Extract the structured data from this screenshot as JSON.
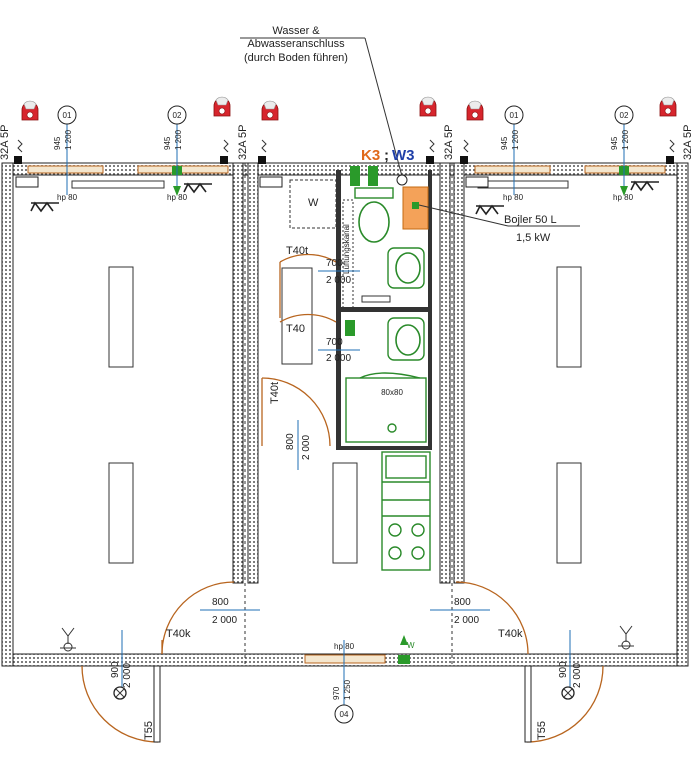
{
  "notes": {
    "water_line1": "Wasser &",
    "water_line2": "Abwasseranschluss",
    "water_line3": "(durch Boden führen)",
    "k3": "K3",
    "sep": ";",
    "w3": "W3",
    "boiler_line1": "Bojler 50 L",
    "boiler_line2": "1,5 kW",
    "vent": "Lüftungskanal",
    "shower": "80x80",
    "w_room": "W",
    "w_floor": "W"
  },
  "power": {
    "left": "32A  5P",
    "mid_a": "32A  5P",
    "mid_b": "32A  5P",
    "right": "32A  5P"
  },
  "windows": {
    "w1": {
      "tag": "01",
      "d1": "945",
      "d2": "1 200",
      "hp": "hp 80"
    },
    "w2": {
      "tag": "02",
      "d1": "945",
      "d2": "1 200",
      "hp": "hp 80"
    },
    "w3": {
      "tag": "01",
      "d1": "945",
      "d2": "1 200",
      "hp": "hp 80"
    },
    "w4": {
      "tag": "02",
      "d1": "945",
      "d2": "1 200",
      "hp": "hp 80"
    },
    "w5": {
      "tag": "04",
      "d1": "970",
      "d2": "1 250",
      "hp": "hp 80"
    }
  },
  "doors": {
    "d1": {
      "type": "T40t",
      "w": "700",
      "h": "2 000"
    },
    "d2": {
      "type": "T40",
      "w": "700",
      "h": "2 000"
    },
    "d3": {
      "type": "T40t",
      "w": "800",
      "h": "2 000"
    },
    "d4": {
      "type": "T40k",
      "w": "800",
      "h": "2 000"
    },
    "d5": {
      "type": "T40k",
      "w": "800",
      "h": "2 000"
    },
    "d6": {
      "type": "T55",
      "w": "900",
      "h": "2 000"
    },
    "d7": {
      "type": "T55",
      "w": "900",
      "h": "2 000"
    }
  },
  "colors": {
    "k3": "#e06a1b",
    "w3": "#1f3fa8",
    "door": "#b8651f",
    "fixture": "#2a8a2a",
    "socket": "#d7252d",
    "dim_line": "#1f6fb5"
  }
}
